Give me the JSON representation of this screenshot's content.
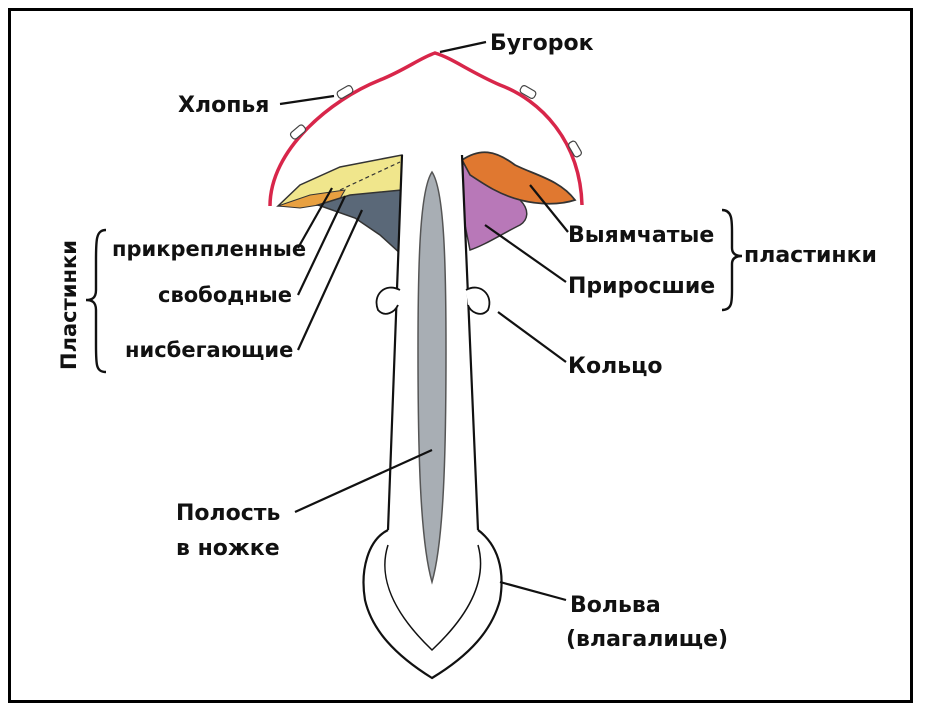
{
  "labels": {
    "tubercle": "Бугорок",
    "flakes": "Хлопья",
    "attached": "прикрепленные",
    "free": "свободные",
    "decurrent": "нисбегающие",
    "gills_left": "Пластинки",
    "notched": "Выямчатые",
    "adnate": "Приросшие",
    "gills_right": "пластинки",
    "ring": "Кольцо",
    "stem_cavity_line1": "Полость",
    "stem_cavity_line2": "в ножке",
    "volva_line1": "Вольва",
    "volva_line2": "(влагалище)"
  },
  "colors": {
    "cap_outline": "#d8264a",
    "attached_gills": "#f0e68c",
    "free_gills": "#e8a040",
    "decurrent_gills": "#5a6878",
    "notched_gills": "#e07830",
    "adnate_gills": "#b878b8",
    "stem_cavity": "#a8aeb4"
  }
}
